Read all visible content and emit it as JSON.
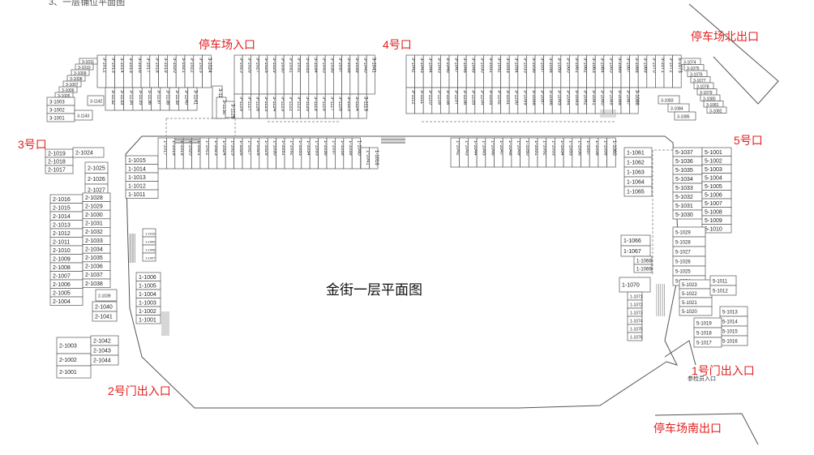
{
  "page_heading": "3、一层铺位平面图",
  "map_title": "金街一层平面图",
  "entrances": {
    "parking_entrance": "停车场入口",
    "gate4": "4号口",
    "parking_north_exit": "停车场北出口",
    "gate3": "3号口",
    "gate5": "5号口",
    "gate2": "2号门出入口",
    "gate1": "1号门出入口",
    "parking_south_exit": "停车场南出口",
    "gate1_small": "参检员入口"
  },
  "zones": {
    "top_row_3a": [
      "3-1024",
      "3-1023",
      "3-1022",
      "3-1021",
      "3-1020",
      "3-1019",
      "3-1018",
      "3-1017",
      "3-1016",
      "3-1015",
      "3-1014",
      "3-1013",
      "3-1012"
    ],
    "top_row_3a_lower": [
      "3-1141",
      "3-1140",
      "3-1139",
      "3-1138",
      "3-1137",
      "3-1136",
      "3-1135",
      "3-1134",
      "3-1133",
      "3-1132"
    ],
    "top_row_3b": [
      "3-1025",
      "3-1026",
      "3-1027",
      "3-1028",
      "3-1029",
      "3-1030",
      "3-1031",
      "3-1032",
      "3-1033",
      "3-1034",
      "3-1035",
      "3-1036",
      "3-1037",
      "3-1038",
      "3-1039",
      "3-1040",
      "3-1041"
    ],
    "top_row_3b_lower": [
      "3-1128",
      "3-1127",
      "3-1126",
      "3-1125",
      "3-1124",
      "3-1123",
      "3-1122",
      "3-1121",
      "3-1120",
      "3-1119",
      "3-1118",
      "3-1117",
      "3-1116",
      "3-1115",
      "3-1114",
      "3-1113"
    ],
    "top_row_3c": [
      "3-1042",
      "3-1043",
      "3-1044",
      "3-1045",
      "3-1046",
      "3-1047",
      "3-1048",
      "3-1049",
      "3-1050",
      "3-1051",
      "3-1052",
      "3-1053",
      "3-1054",
      "3-1055",
      "3-1056",
      "3-1057",
      "3-1058",
      "3-1059",
      "3-1060",
      "3-1061",
      "3-1062",
      "3-1063",
      "3-1064",
      "3-1065",
      "3-1066",
      "3-1067",
      "3-1068",
      "3-1069",
      "3-1070",
      "3-1071",
      "3-1072",
      "3-1073"
    ],
    "top_row_3c_lower": [
      "3-1112",
      "3-1111",
      "3-1110",
      "3-1109",
      "3-1108",
      "3-1107",
      "3-1106",
      "3-1105",
      "3-1104",
      "3-1103",
      "3-1102",
      "3-1101",
      "3-1100",
      "3-1099",
      "3-1098",
      "3-1097",
      "3-1096",
      "3-1095",
      "3-1094",
      "3-1093",
      "3-1092",
      "3-1091",
      "3-1090",
      "3-1089",
      "3-1088",
      "3-1087",
      "3-1086"
    ],
    "corner_3_left": [
      "3-1011",
      "3-1010",
      "3-1009",
      "3-1008",
      "3-1007",
      "3-1006",
      "3-1005",
      "3-1004",
      "3-1003",
      "3-1002",
      "3-1001",
      "3-1142",
      "3-1143"
    ],
    "corner_3_right": [
      "3-1074",
      "3-1075",
      "3-1076",
      "3-1077",
      "3-1078",
      "3-1079",
      "3-1080",
      "3-1081",
      "3-1082",
      "3-1083",
      "3-1084",
      "3-1085"
    ],
    "mid_3": [
      "3-1131",
      "3-1130",
      "3-1129"
    ],
    "left_2_top": [
      "2-1019",
      "2-1018",
      "2-1017",
      "2-1024",
      "2-1025",
      "2-1026",
      "2-1027"
    ],
    "left_2_left": [
      "2-1016",
      "2-1015",
      "2-1014",
      "2-1013",
      "2-1012",
      "2-1011",
      "2-1010",
      "2-1009",
      "2-1008",
      "2-1007",
      "2-1006",
      "2-1005",
      "2-1004"
    ],
    "left_2_right": [
      "2-1028",
      "2-1029",
      "2-1030",
      "2-1031",
      "2-1032",
      "2-1033",
      "2-1034",
      "2-1035",
      "2-1036",
      "2-1037",
      "2-1038"
    ],
    "left_2_mid": [
      "2-1039",
      "2-1040",
      "2-1041"
    ],
    "left_2_bottom": [
      "2-1003",
      "2-1002",
      "2-1001",
      "2-1042",
      "2-1043",
      "2-1044"
    ],
    "inner_1_left": [
      "1-1015",
      "1-1014",
      "1-1013",
      "1-1012",
      "1-1011"
    ],
    "inner_1_leftlow": [
      "1-1006",
      "1-1005",
      "1-1004",
      "1-1003",
      "1-1002",
      "1-1001"
    ],
    "inner_1_small": [
      "1-1010",
      "1-1009",
      "1-1008",
      "1-1007"
    ],
    "inner_1_top": [
      "1-1017",
      "1-1018",
      "1-1019",
      "1-1020",
      "1-1021",
      "1-1022",
      "1-1023",
      "1-1024",
      "1-1025",
      "1-1026",
      "1-1027",
      "1-1028",
      "1-1029",
      "1-1030",
      "1-1031",
      "1-1032",
      "1-1033",
      "1-1034",
      "1-1035",
      "1-1036",
      "1-1037",
      "1-1038",
      "1-1039",
      "1-1040",
      "1-1041",
      "1-1016"
    ],
    "inner_1_top2": [
      "1-1042",
      "1-1043",
      "1-1044",
      "1-1045",
      "1-1046",
      "1-1047",
      "1-1048",
      "1-1049",
      "1-1050",
      "1-1051",
      "1-1052",
      "1-1053",
      "1-1054",
      "1-1055",
      "1-1056",
      "1-1057",
      "1-1058",
      "1-1059",
      "1-1060"
    ],
    "inner_1_right": [
      "1-1061",
      "1-1062",
      "1-1063",
      "1-1064",
      "1-1065"
    ],
    "inner_1_right2": [
      "1-1066",
      "1-1067",
      "1-1068",
      "1-1069",
      "1-1070"
    ],
    "inner_1_rightlow": [
      "1-1071",
      "1-1072",
      "1-1073",
      "1-1074",
      "1-1075",
      "1-1076"
    ],
    "right_5_a": [
      "5-1037",
      "5-1036",
      "5-1035",
      "5-1034",
      "5-1033",
      "5-1032",
      "5-1031",
      "5-1030"
    ],
    "right_5_b": [
      "5-1001",
      "5-1002",
      "5-1003",
      "5-1004",
      "5-1005",
      "5-1006",
      "5-1007",
      "5-1008",
      "5-1009",
      "5-1010"
    ],
    "right_5_c": [
      "5-1029",
      "5-1028",
      "5-1027",
      "5-1026",
      "5-1025",
      "5-1024"
    ],
    "right_5_d": [
      "5-1023",
      "5-1022",
      "5-1021",
      "5-1020",
      "5-1011",
      "5-1012",
      "5-1013",
      "5-1014",
      "5-1015",
      "5-1016",
      "5-1017",
      "5-1018",
      "5-1019"
    ]
  },
  "colors": {
    "label_red": "#e0201e",
    "line": "#555555",
    "dash": "#999999"
  }
}
